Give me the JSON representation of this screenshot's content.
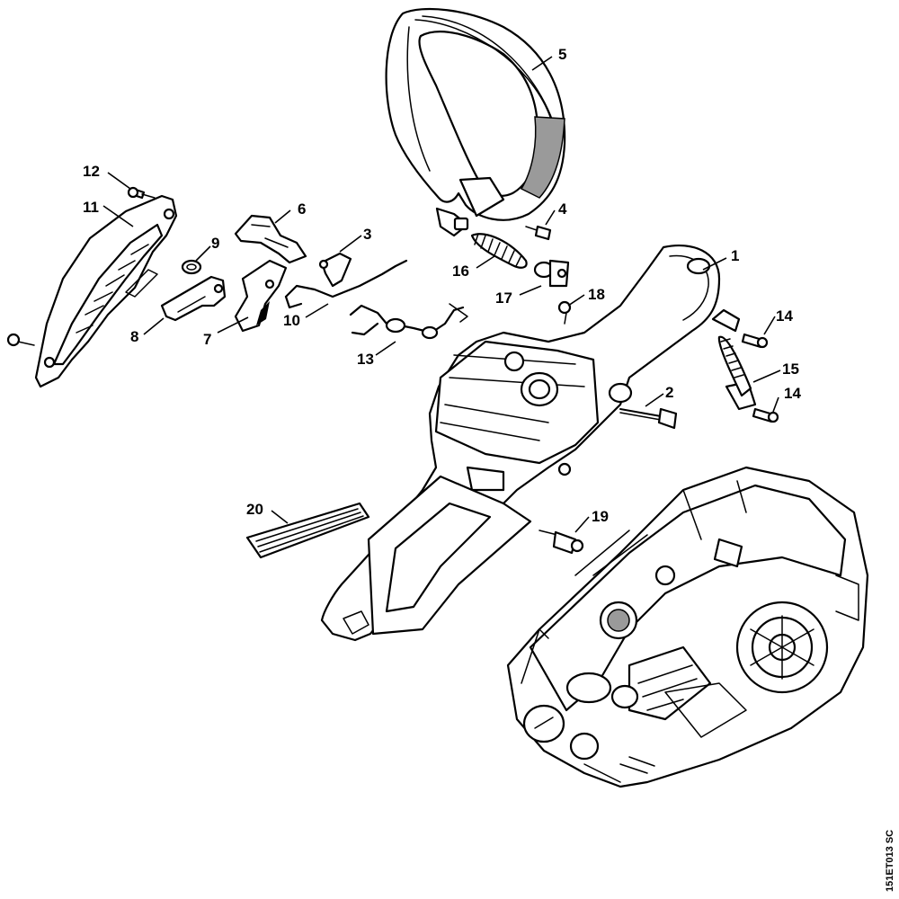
{
  "drawing_number": "151ET013 SC",
  "callouts": {
    "c1": "1",
    "c2": "2",
    "c3": "3",
    "c4": "4",
    "c5": "5",
    "c6": "6",
    "c7": "7",
    "c8": "8",
    "c9": "9",
    "c10": "10",
    "c11": "11",
    "c12": "12",
    "c13": "13",
    "c14a": "14",
    "c14b": "14",
    "c15": "15",
    "c16": "16",
    "c17": "17",
    "c18": "18",
    "c19": "19",
    "c20": "20"
  }
}
